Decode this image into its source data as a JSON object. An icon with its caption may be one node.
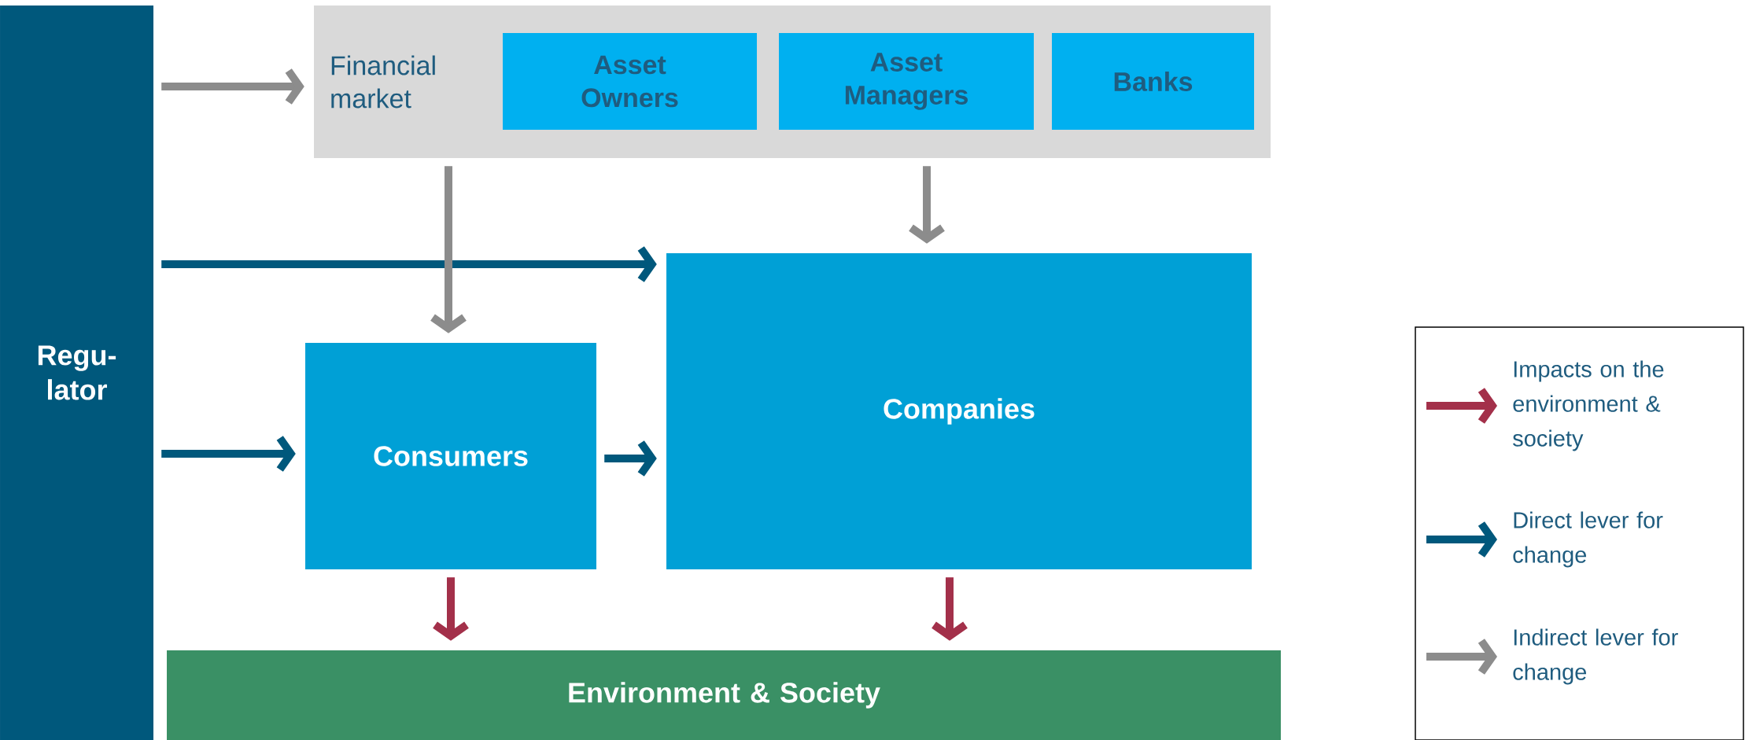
{
  "diagram": {
    "nodes": [
      {
        "text": [
          "Regu- lator"
        ]
      },
      {
        "text": [
          "Financial market"
        ]
      },
      {
        "text": [
          "Asset Owners"
        ],
        "in": 1
      },
      {
        "text": [
          "Asset Managers"
        ],
        "in": 1
      },
      {
        "text": [
          "Banks"
        ],
        "in": 1
      },
      {
        "text": [
          "Consumers"
        ]
      },
      {
        "text": [
          "Companies"
        ]
      },
      {
        "text": [
          "Environment & Society"
        ]
      }
    ],
    "edges": [
      {
        "from": 0,
        "to": 1,
        "arrow": "to",
        "color": "#8c8c8c"
      },
      {
        "from": 0,
        "to": 6,
        "arrow": "to",
        "color": "#00587c"
      },
      {
        "from": 0,
        "to": 5,
        "arrow": "to",
        "color": "#00587c"
      },
      {
        "from": 1,
        "to": 5,
        "arrow": "to",
        "color": "#8c8c8c"
      },
      {
        "from": 1,
        "to": 6,
        "arrow": "to",
        "color": "#8c8c8c"
      },
      {
        "from": 5,
        "to": 6,
        "arrow": "to",
        "color": "#00587c"
      },
      {
        "from": 5,
        "to": 7,
        "arrow": "to",
        "color": "#a3304a"
      },
      {
        "from": 6,
        "to": 7,
        "arrow": "to",
        "color": "#a3304a"
      }
    ],
    "legend": [
      {
        "text": "Impacts on the environment & society"
      },
      {
        "text": "Direct lever for change"
      },
      {
        "text": "Indirect lever for change"
      }
    ]
  }
}
